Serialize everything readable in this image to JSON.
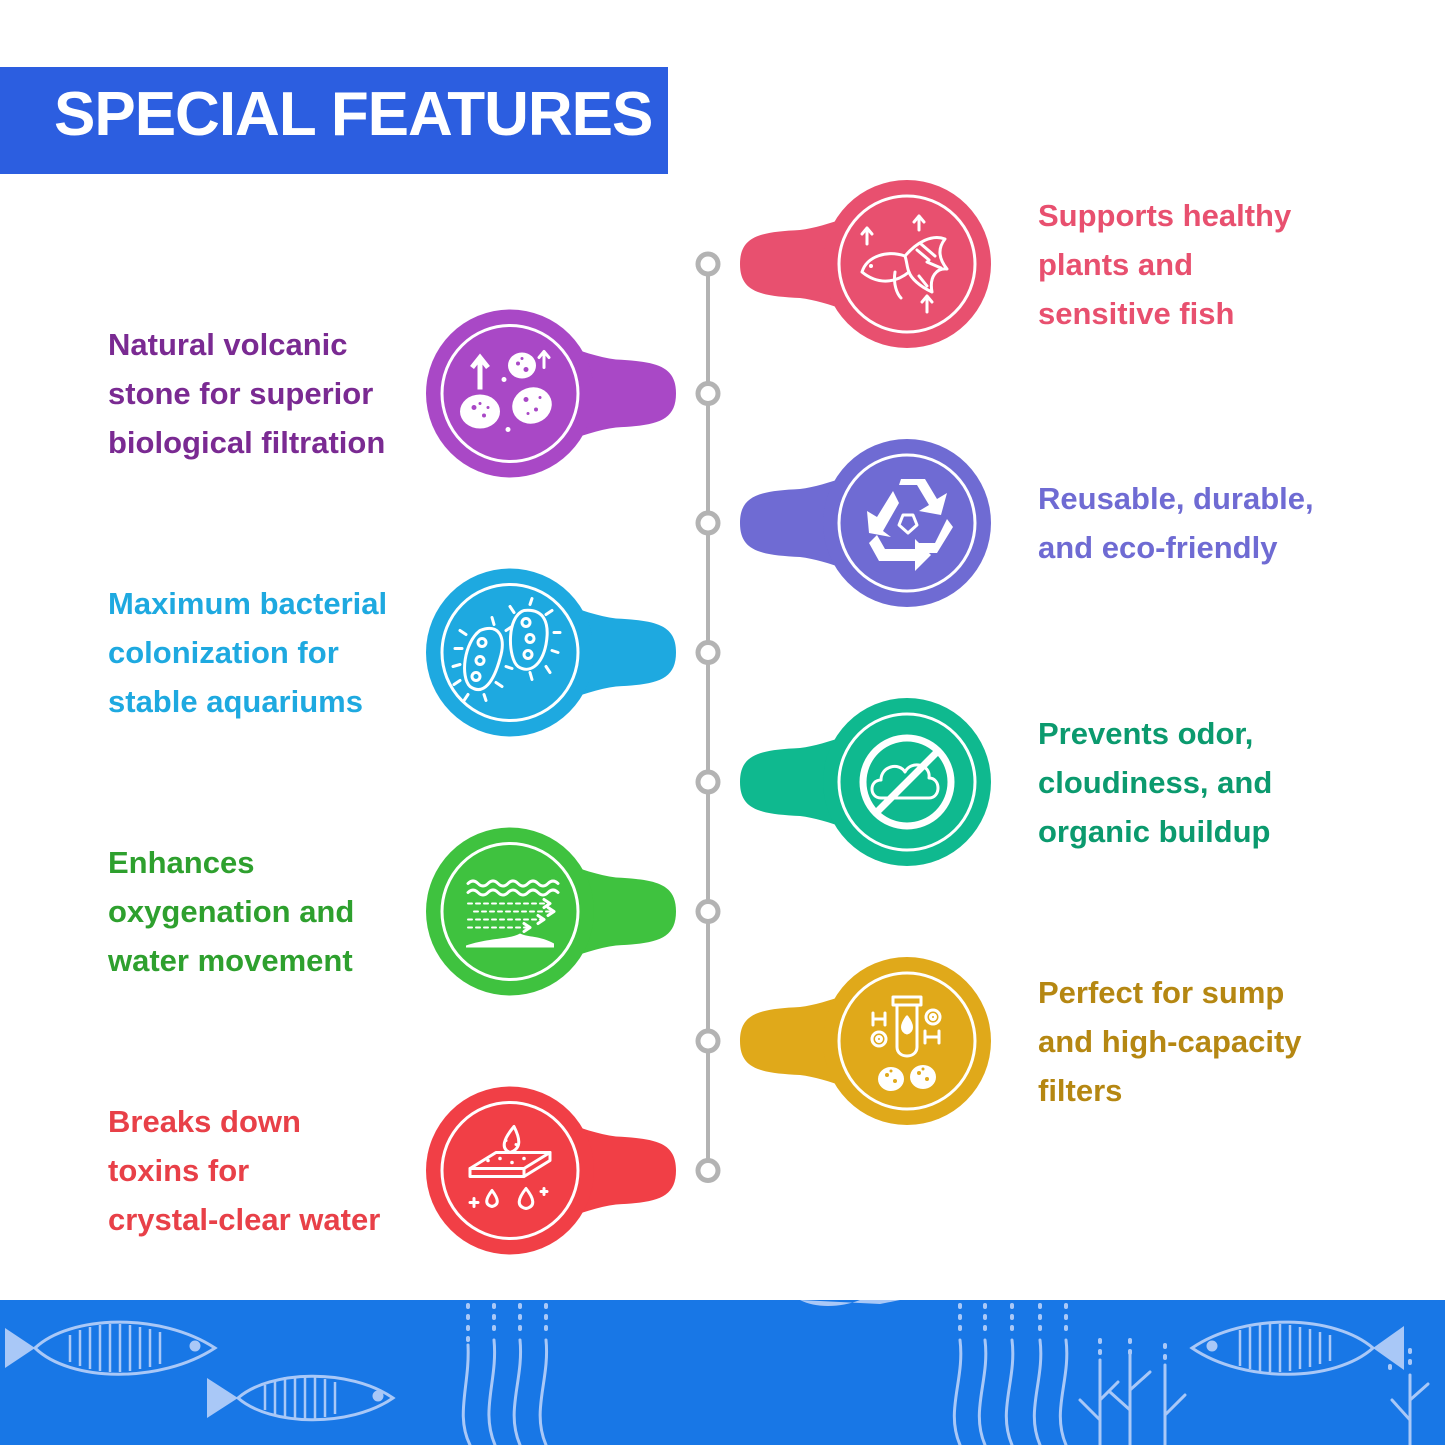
{
  "header": {
    "title": "SPECIAL FEATURES"
  },
  "colors": {
    "banner": "#2c5ee0",
    "timeline": "#b3b3b3",
    "footer": "#1877e6",
    "pink": "#e8506f",
    "purple": "#a948c6",
    "violet": "#6f6bd3",
    "cyan": "#1ea9e0",
    "teal": "#0fb98f",
    "green": "#3fc23f",
    "gold": "#e0a91a",
    "red": "#f13f46"
  },
  "features": [
    {
      "side": "right",
      "color": "#e8506f",
      "text_color": "#e8506f",
      "icon": "betta-fish-icon",
      "lines": [
        "Supports healthy",
        "plants and",
        "sensitive fish"
      ]
    },
    {
      "side": "left",
      "color": "#a948c6",
      "text_color": "#7a2a92",
      "icon": "volcanic-stones-icon",
      "lines": [
        "Natural volcanic",
        "stone for superior",
        "biological filtration"
      ]
    },
    {
      "side": "right",
      "color": "#6f6bd3",
      "text_color": "#6f6bd3",
      "icon": "recycle-icon",
      "lines": [
        "Reusable, durable,",
        "and eco-friendly"
      ]
    },
    {
      "side": "left",
      "color": "#1ea9e0",
      "text_color": "#1ea9e0",
      "icon": "bacteria-icon",
      "lines": [
        "Maximum bacterial",
        "colonization for",
        "stable aquariums"
      ]
    },
    {
      "side": "right",
      "color": "#0fb98f",
      "text_color": "#0b9a6e",
      "icon": "no-cloud-icon",
      "lines": [
        "Prevents odor,",
        "cloudiness, and",
        "organic buildup"
      ]
    },
    {
      "side": "left",
      "color": "#3fc23f",
      "text_color": "#2ea02e",
      "icon": "water-flow-icon",
      "lines": [
        "Enhances",
        "oxygenation and",
        "water movement"
      ]
    },
    {
      "side": "right",
      "color": "#e0a91a",
      "text_color": "#b58712",
      "icon": "sump-filter-icon",
      "lines": [
        "Perfect for sump",
        "and high-capacity",
        "filters"
      ]
    },
    {
      "side": "left",
      "color": "#f13f46",
      "text_color": "#e84048",
      "icon": "toxin-filter-icon",
      "lines": [
        "Breaks down",
        "toxins for",
        "crystal-clear water"
      ]
    }
  ]
}
